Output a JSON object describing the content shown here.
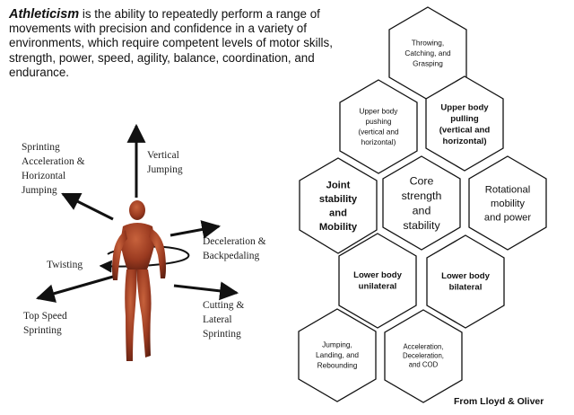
{
  "intro": {
    "term": "Athleticism",
    "text": " is the ability to repeatedly perform a range of movements with precision and confidence in a variety of environments, which require competent levels of motor skills, strength, power, speed, agility, balance, coordination, and endurance."
  },
  "directions": [
    {
      "id": "sprint-accel",
      "lines": [
        "Sprinting",
        "Acceleration &",
        "Horizontal",
        "Jumping"
      ]
    },
    {
      "id": "vertical",
      "lines": [
        "Vertical",
        "Jumping"
      ]
    },
    {
      "id": "decel",
      "lines": [
        "Deceleration &",
        "Backpedaling"
      ]
    },
    {
      "id": "twisting",
      "lines": [
        "Twisting"
      ]
    },
    {
      "id": "top-speed",
      "lines": [
        "Top Speed",
        "Sprinting"
      ]
    },
    {
      "id": "cutting",
      "lines": [
        "Cutting &",
        "Lateral",
        "Sprinting"
      ]
    }
  ],
  "hexagons": [
    {
      "id": "throwing",
      "lines": [
        "Throwing,",
        "Catching, and",
        "Grasping"
      ],
      "weight": "normal",
      "size": "s"
    },
    {
      "id": "upper-push",
      "lines": [
        "Upper body",
        "pushing",
        "(vertical and",
        "horizontal)"
      ],
      "weight": "normal",
      "size": "s"
    },
    {
      "id": "upper-pull",
      "lines": [
        "Upper body",
        "pulling",
        "(vertical and",
        "horizontal)"
      ],
      "weight": "bold",
      "size": "m"
    },
    {
      "id": "joint",
      "lines": [
        "Joint",
        "stability",
        "and",
        "Mobility"
      ],
      "weight": "bold",
      "size": "l"
    },
    {
      "id": "core",
      "lines": [
        "Core",
        "strength",
        "and",
        "stability"
      ],
      "weight": "normal",
      "size": "xl"
    },
    {
      "id": "rotational",
      "lines": [
        "Rotational",
        "mobility",
        "and power"
      ],
      "weight": "normal",
      "size": "l"
    },
    {
      "id": "lower-uni",
      "lines": [
        "Lower body",
        "unilateral"
      ],
      "weight": "bold",
      "size": "m"
    },
    {
      "id": "lower-bi",
      "lines": [
        "Lower body",
        "bilateral"
      ],
      "weight": "bold",
      "size": "m"
    },
    {
      "id": "jumping",
      "lines": [
        "Jumping,",
        "Landing, and",
        "Rebounding"
      ],
      "weight": "normal",
      "size": "s"
    },
    {
      "id": "accel",
      "lines": [
        "Acceleration,",
        "Deceleration,",
        "and COD"
      ],
      "weight": "normal",
      "size": "xs"
    }
  ],
  "credit": "From Lloyd & Oliver"
}
